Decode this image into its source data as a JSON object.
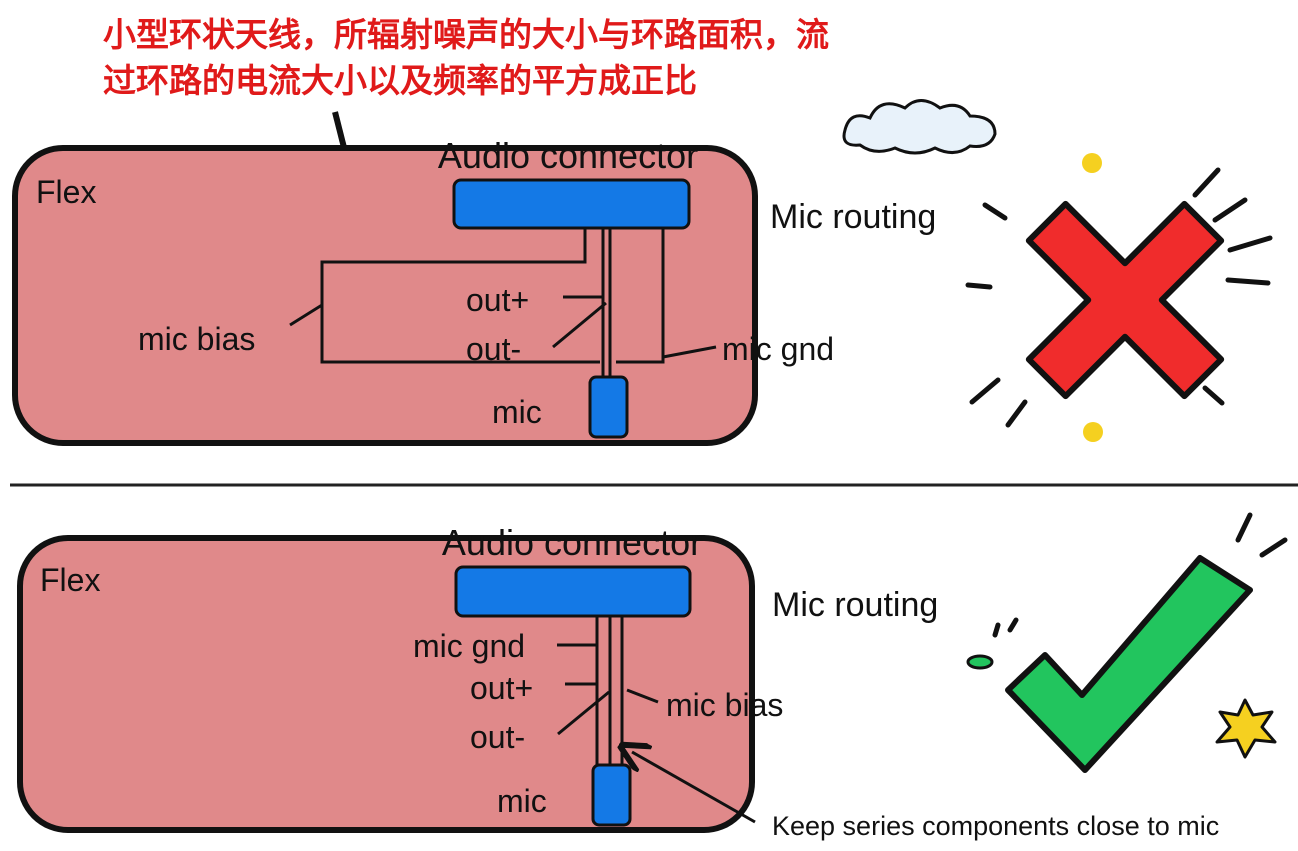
{
  "annotation": {
    "line1": "小型环状天线，所辐射噪声的大小与环路面积，流",
    "line2": "过环路的电流大小以及频率的平方成正比",
    "color": "#e01a1a"
  },
  "top_diagram": {
    "flex_label": "Flex",
    "connector_label": "Audio connector",
    "routing_label": "Mic routing",
    "out_plus": "out+",
    "out_minus": "out-",
    "mic_bias": "mic bias",
    "mic_gnd": "mic gnd",
    "mic": "mic",
    "verdict_icon": "red-x-icon"
  },
  "bottom_diagram": {
    "flex_label": "Flex",
    "connector_label": "Audio connector",
    "routing_label": "Mic routing",
    "mic_gnd": "mic gnd",
    "out_plus": "out+",
    "out_minus": "out-",
    "mic_bias": "mic bias",
    "mic": "mic",
    "note": "Keep series components close to mic",
    "verdict_icon": "green-check-icon"
  },
  "colors": {
    "flex": "#e0898a",
    "connector": "#1479e6",
    "cross": "#f02c2c",
    "check": "#22c55e",
    "accent_yellow": "#f5d020"
  }
}
